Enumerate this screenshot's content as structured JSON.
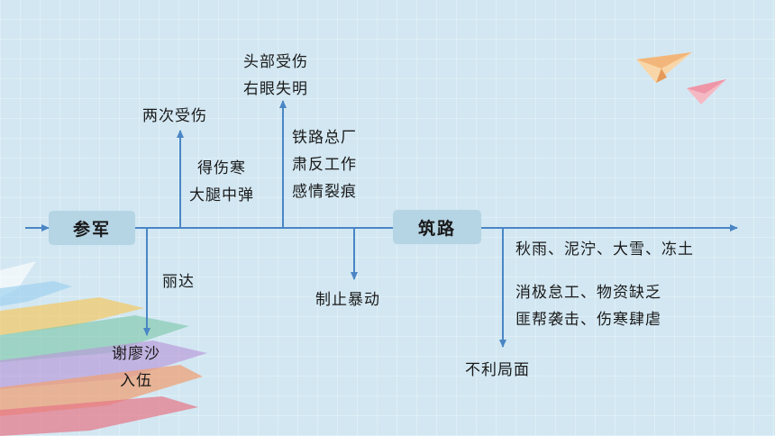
{
  "diagram": {
    "start_box": "参军",
    "mid_box": "筑路",
    "branches": {
      "two_injuries": "两次受伤",
      "typhoid_wound": [
        "得伤寒",
        "大腿中弹"
      ],
      "head_injury": [
        "头部受伤",
        "右眼失明"
      ],
      "railway_work": [
        "铁路总厂",
        "肃反工作",
        "感情裂痕"
      ],
      "lida": "丽达",
      "joins_troop": [
        "谢廖沙",
        "入伍"
      ],
      "stop_riot": "制止暴动",
      "weather": "秋雨、泥泞、大雪、冻土",
      "difficulties": [
        "消极怠工、物资缺乏",
        "匪帮袭击、伤寒肆虐"
      ],
      "bad_situation": "不利局面"
    }
  },
  "colors": {
    "background": "#d2e7f2",
    "box_fill": "#b5d4e4",
    "arrow": "#4a86c5"
  }
}
